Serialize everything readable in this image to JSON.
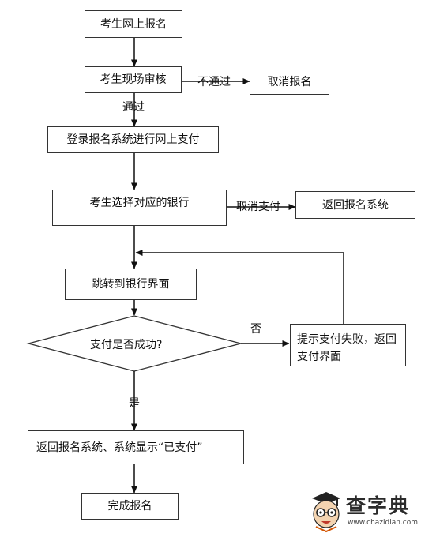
{
  "flow": {
    "step1": "考生网上报名",
    "step2": "考生现场审核",
    "cancel_reg": "取消报名",
    "label_not_pass": "不通过",
    "label_pass": "通过",
    "step3": "登录报名系统进行网上支付",
    "step4": "考生选择对应的银行",
    "label_cancel_pay": "取消支付",
    "return_system": "返回报名系统",
    "step5": "跳转到银行界面",
    "decision": "支付是否成功?",
    "label_no": "否",
    "fail_box": "提示支付失败，返回支付界面",
    "label_yes": "是",
    "step6": "返回报名系统、系统显示“已支付”",
    "step7": "完成报名"
  },
  "watermark": {
    "title": "查字典",
    "url": "www.chazidian.com"
  }
}
